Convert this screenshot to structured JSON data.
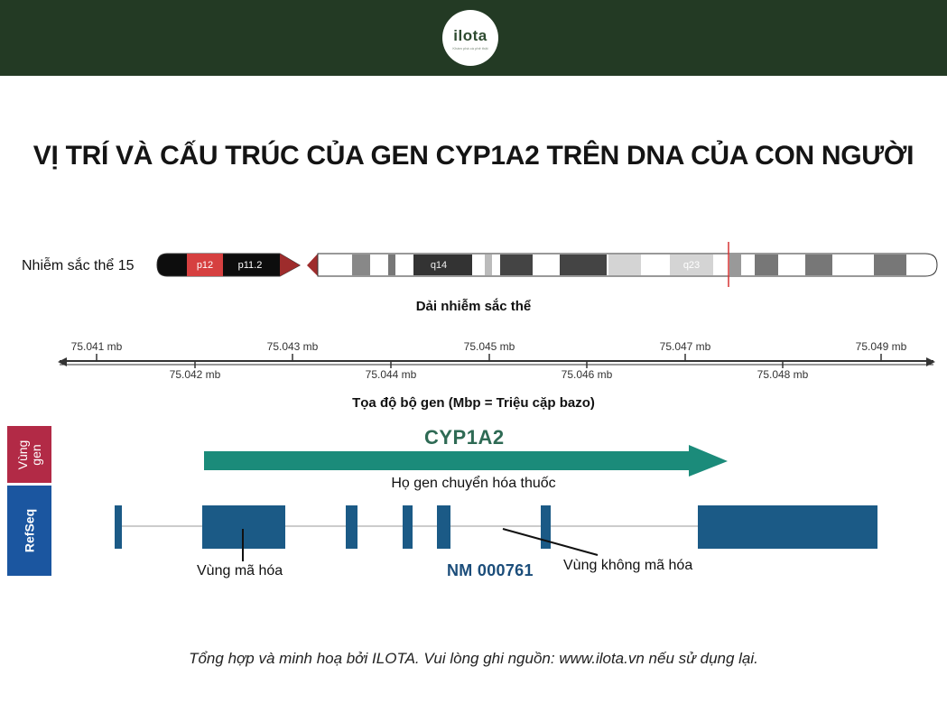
{
  "header": {
    "logo_text": "ilota",
    "logo_tagline": "Khám phá cà phê thật"
  },
  "title": "VỊ TRÍ VÀ CẤU TRÚC CỦA GEN CYP1A2 TRÊN DNA CỦA CON NGƯỜI",
  "chromosome": {
    "label": "Nhiễm sắc thể 15",
    "bands": [
      "p12",
      "p11.2",
      "q14",
      "q23"
    ],
    "caption": "Dải nhiễm sắc thể"
  },
  "coordinates": {
    "ticks_upper": [
      "75.041 mb",
      "75.043 mb",
      "75.045 mb",
      "75.047 mb",
      "75.049 mb"
    ],
    "ticks_lower": [
      "75.042 mb",
      "75.044 mb",
      "75.046 mb",
      "75.048 mb"
    ],
    "caption": "Tọa độ bộ gen (Mbp = Triệu cặp bazo)"
  },
  "tracks": {
    "gene_region": "Vùng gen",
    "refseq": "RefSeq"
  },
  "gene": {
    "name": "CYP1A2",
    "family": "Họ gen chuyển hóa thuốc",
    "transcript": "NM  000761",
    "coding_label": "Vùng mã hóa",
    "noncoding_label": "Vùng không mã hóa"
  },
  "footnote": "Tổng hợp và minh hoạ bởi ILOTA. Vui lòng ghi nguồn: www.ilota.vn nếu sử dụng lại.",
  "colors": {
    "header": "#233a24",
    "gene_arrow": "#1b8b7a",
    "exon": "#1b5a86",
    "track_gene": "#b22a46",
    "track_refseq": "#1b56a0",
    "centromere": "#9e2c2c",
    "band_red": "#d64040"
  }
}
